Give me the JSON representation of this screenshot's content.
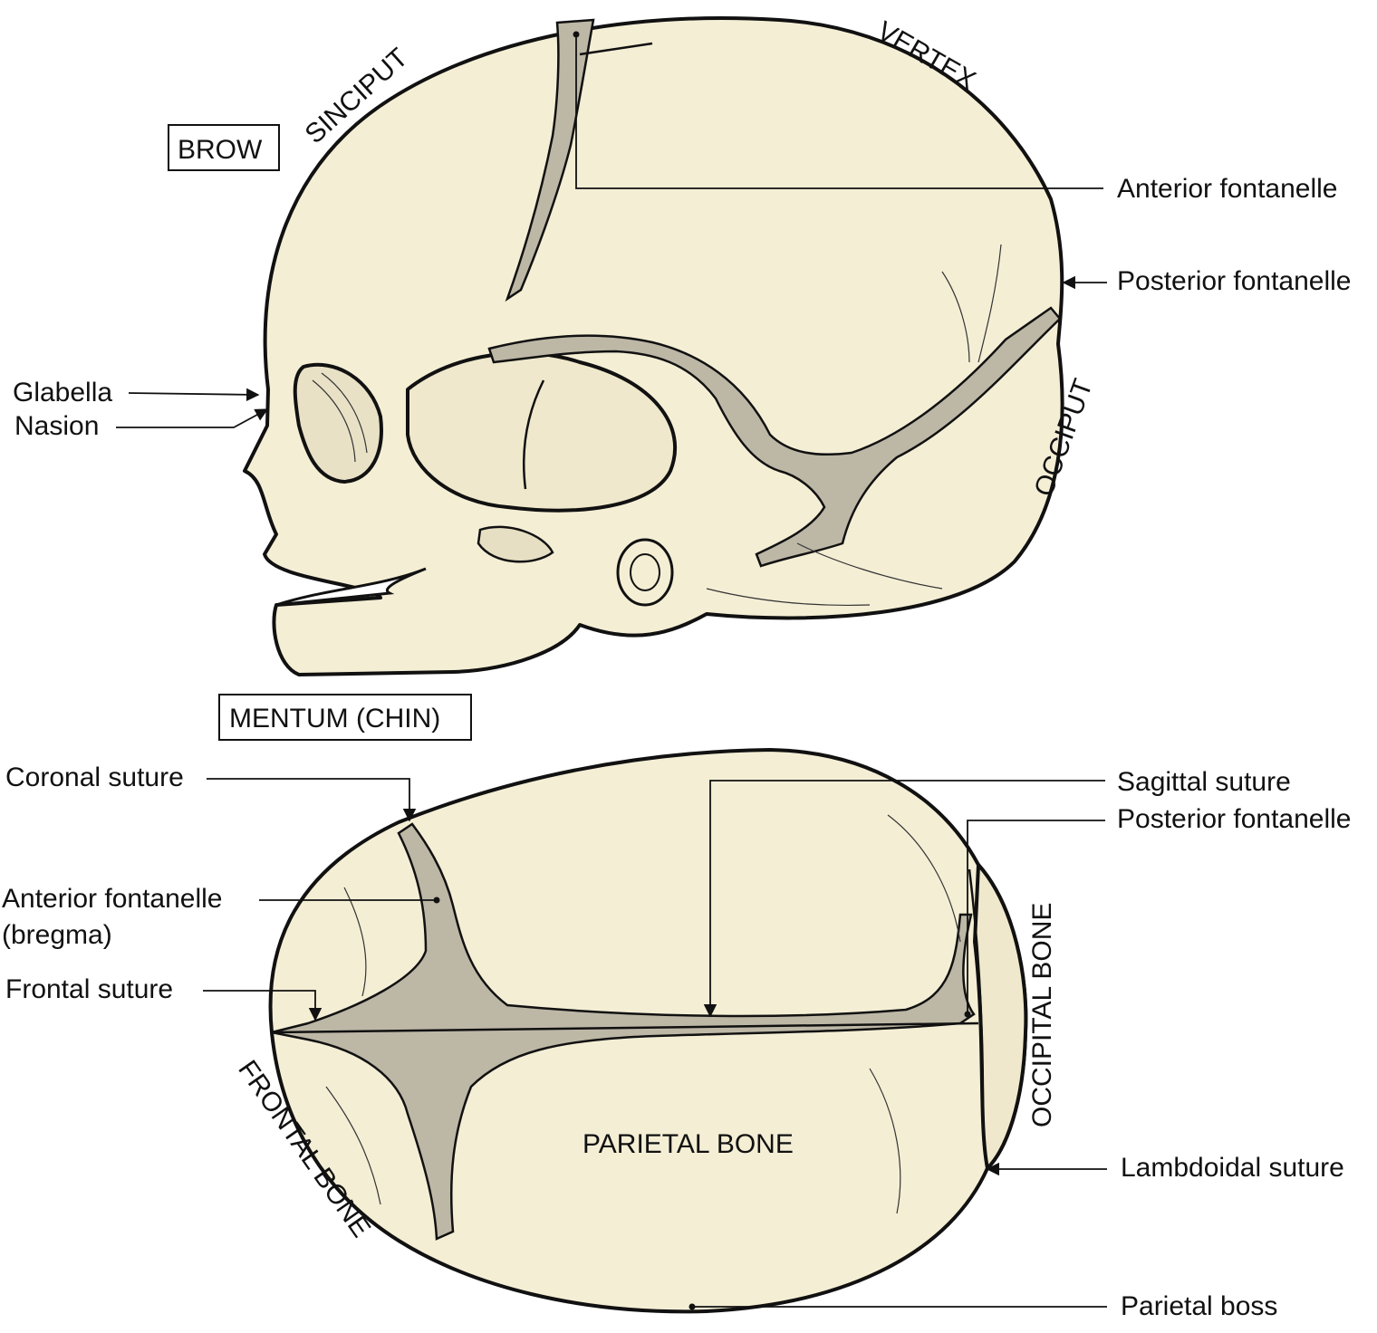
{
  "lateral_view": {
    "brow": "BROW",
    "sinciput": "SINCIPUT",
    "vertex": "VERTEX",
    "occiput": "OCCIPUT",
    "mentum": "MENTUM (CHIN)",
    "glabella": "Glabella",
    "nasion": "Nasion",
    "anterior_fontanelle": "Anterior fontanelle",
    "posterior_fontanelle": "Posterior fontanelle"
  },
  "top_view": {
    "coronal_suture": "Coronal suture",
    "anterior_fontanelle_line1": "Anterior fontanelle",
    "anterior_fontanelle_line2": "(bregma)",
    "frontal_suture": "Frontal suture",
    "frontal_bone": "FRONTAL BONE",
    "parietal_bone": "PARIETAL BONE",
    "occipital_bone": "OCCIPITAL BONE",
    "sagittal_suture": "Sagittal suture",
    "posterior_fontanelle": "Posterior fontanelle",
    "lambdoidal_suture": "Lambdoidal suture",
    "parietal_boss": "Parietal boss"
  },
  "colors": {
    "bone": "#f4eed5",
    "fontanelle": "#bdb7a6",
    "ink": "#111111"
  }
}
